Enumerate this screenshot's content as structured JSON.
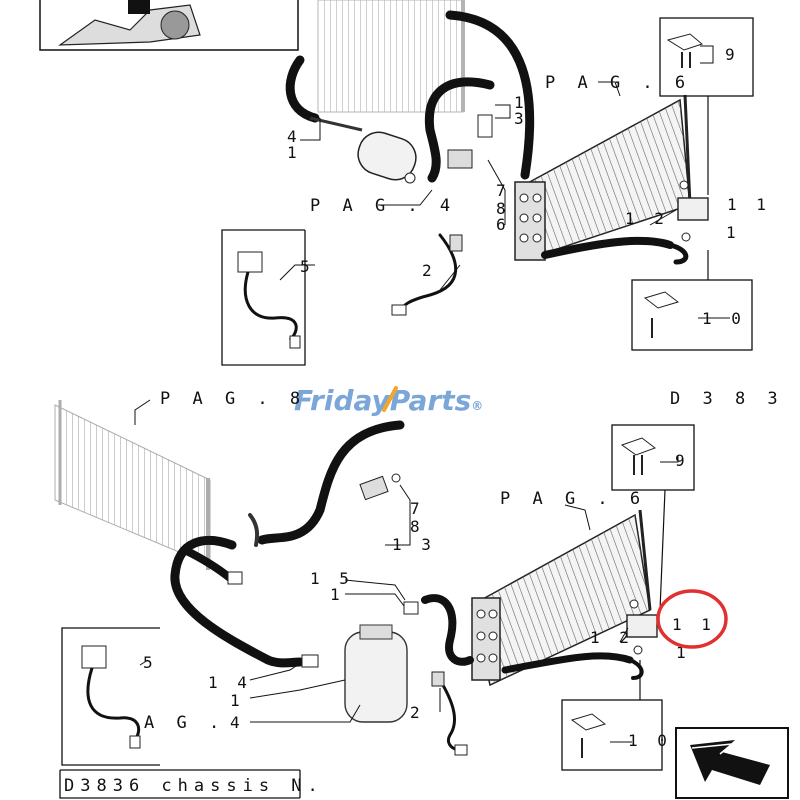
{
  "watermark": {
    "part1": "Friday",
    "part2": "Parts",
    "mark": "®",
    "color1": "#7aa6d8",
    "color2": "#f2a62a"
  },
  "diagram_code": "D 3 8 3",
  "footer": {
    "chassis_text": "D3836 chassis N."
  },
  "highlight_color": "#e23030",
  "top": {
    "pag6": "P A G . 6",
    "pag4": "P A G . 4",
    "c1a": "1",
    "c3": "3",
    "c4": "4",
    "c1b": "1",
    "c7": "7",
    "c8": "8",
    "c6": "6",
    "c2": "2",
    "c5": "5",
    "c9": "9",
    "c11": "1 1",
    "c12": "1 2",
    "c1c": "1",
    "c10": "1 0"
  },
  "bottom": {
    "pag8": "P A G . 8",
    "pag6": "P A G . 6",
    "pag4": "A G .",
    "c4": "4",
    "c9": "9",
    "c7": "7",
    "c8": "8",
    "c13": "1 3",
    "c15": "1 5",
    "c1a": "1",
    "c5": "5",
    "c14": "1 4",
    "c1b": "1",
    "c2": "2",
    "c12": "1 2",
    "c11": "1 1",
    "c1c": "1",
    "c10": "1 0"
  }
}
